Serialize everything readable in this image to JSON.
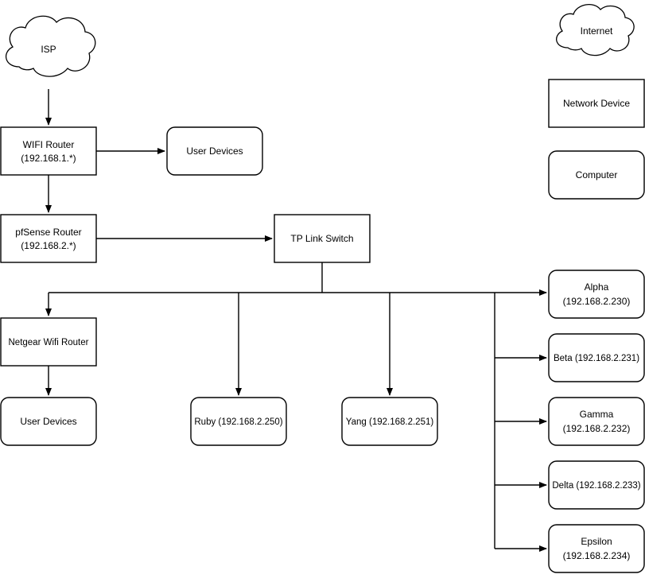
{
  "diagram": {
    "type": "network-topology",
    "background_color": "#ffffff",
    "line_color": "#000000",
    "shape_fill": "#ffffff",
    "nodes": {
      "isp": {
        "label": "ISP",
        "shape": "cloud"
      },
      "wifi_router": {
        "line1": "WIFI Router",
        "line2": "(192.168.1.*)",
        "shape": "rectangle"
      },
      "user_devices_top": {
        "label": "User Devices",
        "shape": "rounded-rectangle"
      },
      "pfsense_router": {
        "line1": "pfSense Router",
        "line2": "(192.168.2.*)",
        "shape": "rectangle"
      },
      "tp_link_switch": {
        "label": "TP Link Switch",
        "shape": "rectangle"
      },
      "netgear_router": {
        "label": "Netgear Wifi Router",
        "shape": "rectangle"
      },
      "user_devices_bottom": {
        "label": "User Devices",
        "shape": "rounded-rectangle"
      },
      "ruby": {
        "label": "Ruby (192.168.2.250)",
        "shape": "rounded-rectangle"
      },
      "yang": {
        "label": "Yang (192.168.2.251)",
        "shape": "rounded-rectangle"
      },
      "alpha": {
        "line1": "Alpha",
        "line2": "(192.168.2.230)",
        "shape": "rounded-rectangle"
      },
      "beta": {
        "label": "Beta (192.168.2.231)",
        "shape": "rounded-rectangle"
      },
      "gamma": {
        "line1": "Gamma",
        "line2": "(192.168.2.232)",
        "shape": "rounded-rectangle"
      },
      "delta": {
        "label": "Delta (192.168.2.233)",
        "shape": "rounded-rectangle"
      },
      "epsilon": {
        "line1": "Epsilon",
        "line2": "(192.168.2.234)",
        "shape": "rounded-rectangle"
      }
    },
    "legend": {
      "internet": {
        "label": "Internet",
        "shape": "cloud"
      },
      "network_device": {
        "label": "Network Device",
        "shape": "rectangle"
      },
      "computer": {
        "label": "Computer",
        "shape": "rounded-rectangle"
      }
    }
  }
}
